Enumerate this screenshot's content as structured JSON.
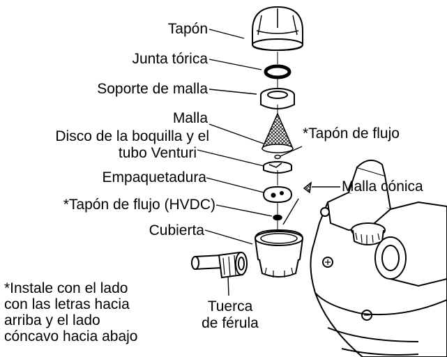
{
  "labels": {
    "tapon": "Tapón",
    "junta_torica": "Junta tórica",
    "soporte_malla": "Soporte de malla",
    "malla": "Malla",
    "disco_line1": "Disco de la boquilla y el",
    "disco_line2": "tubo Venturi",
    "empaquetadura": "Empaquetadura",
    "tapon_flujo_hvdc": "*Tapón de flujo (HVDC)",
    "cubierta": "Cubierta",
    "tapon_flujo": "*Tapón de flujo",
    "malla_conica": "Malla cónica",
    "tuerca_line1": "Tuerca",
    "tuerca_line2": "de férula"
  },
  "note": {
    "line1": "*Instale con el lado",
    "line2": "con las letras hacia",
    "line3": "arriba y el lado",
    "line4": "cóncavo hacia abajo"
  }
}
